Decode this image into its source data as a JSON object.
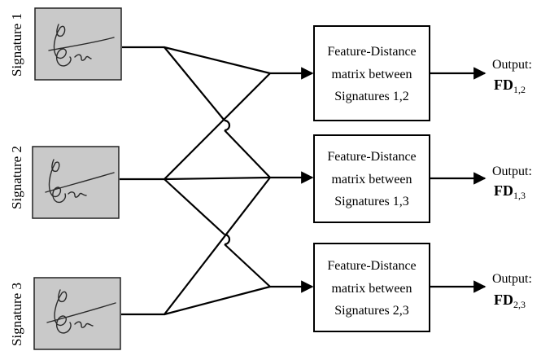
{
  "signatures": [
    {
      "label": "Signature 1"
    },
    {
      "label": "Signature 2"
    },
    {
      "label": "Signature 3"
    }
  ],
  "boxes": [
    {
      "line1": "Feature-Distance",
      "line2": "matrix between",
      "line3": "Signatures 1,2"
    },
    {
      "line1": "Feature-Distance",
      "line2": "matrix between",
      "line3": "Signatures 1,3"
    },
    {
      "line1": "Feature-Distance",
      "line2": "matrix between",
      "line3": "Signatures 2,3"
    }
  ],
  "outputs": [
    {
      "label": "Output:",
      "fd": "FD",
      "sub": "1,2"
    },
    {
      "label": "Output:",
      "fd": "FD",
      "sub": "1,3"
    },
    {
      "label": "Output:",
      "fd": "FD",
      "sub": "2,3"
    }
  ]
}
